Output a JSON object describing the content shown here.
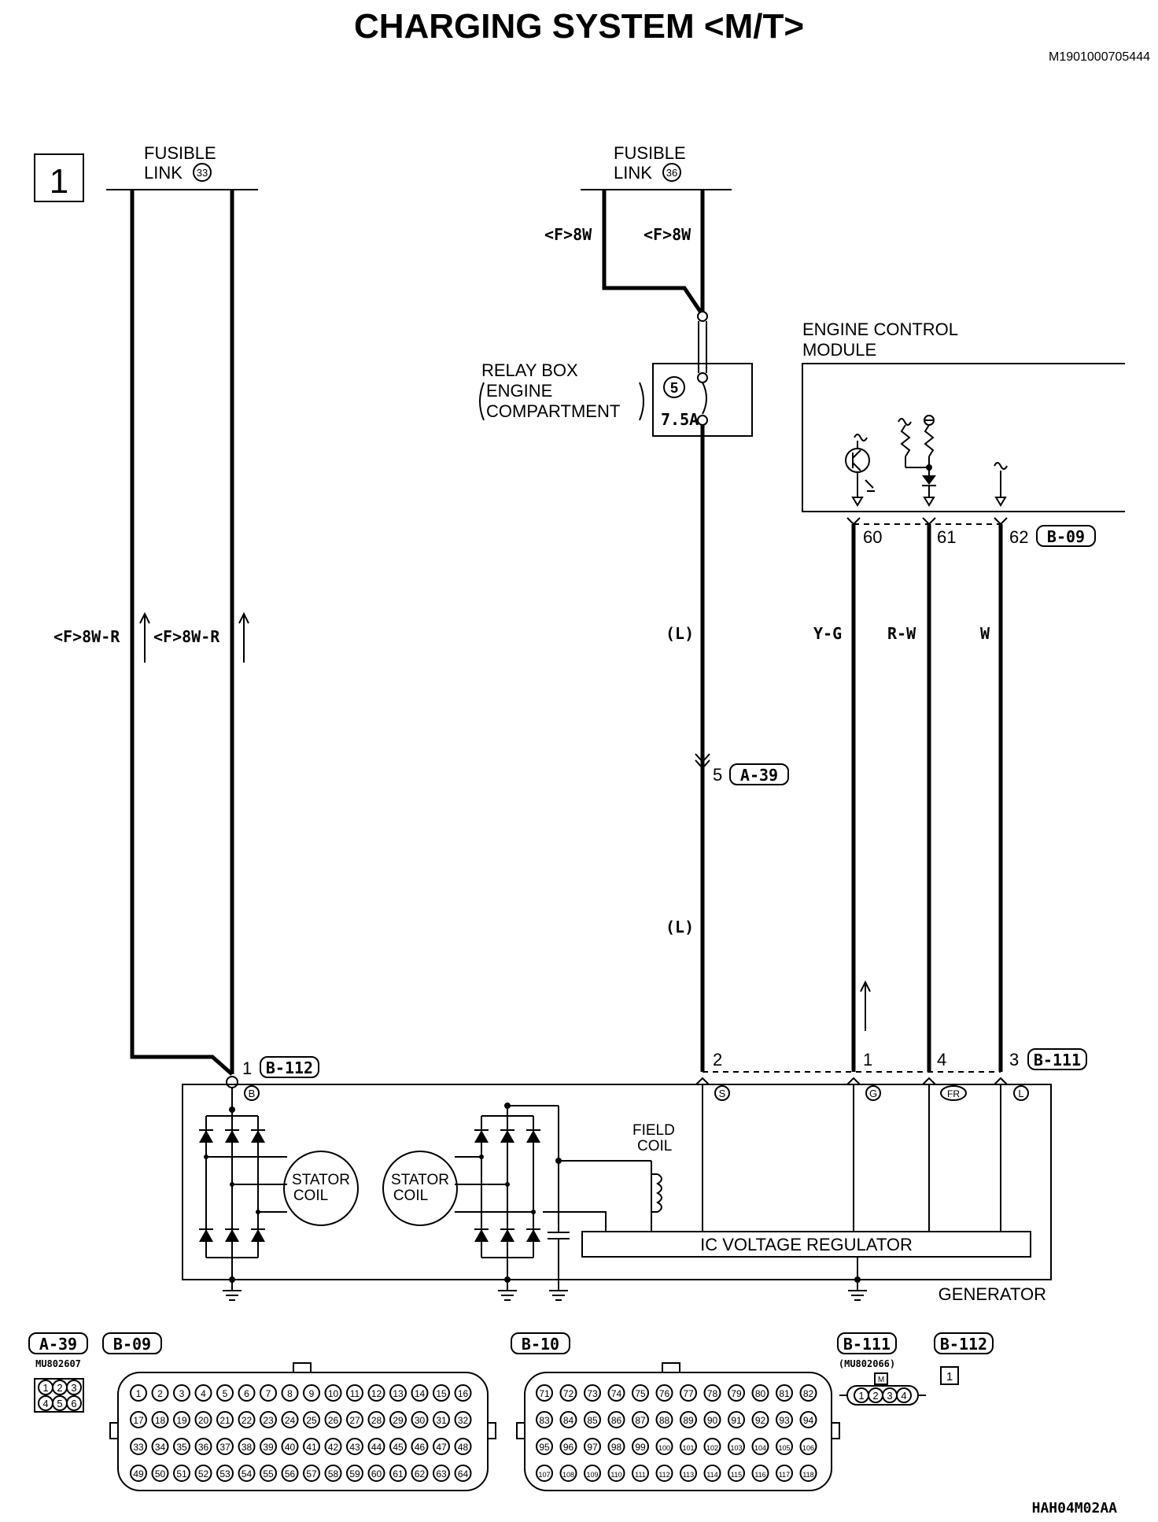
{
  "title": "CHARGING SYSTEM <M/T>",
  "doc_id": "M1901000705444",
  "figure_id": "HAH04M02AA",
  "page_box": "1",
  "fusible_links": [
    {
      "label": "FUSIBLE",
      "label2": "LINK",
      "num": "33"
    },
    {
      "label": "FUSIBLE",
      "label2": "LINK",
      "num": "36"
    }
  ],
  "wires": {
    "w1": "<F>8W-R",
    "w2": "<F>8W-R",
    "w3": "<F>8W",
    "w4": "<F>8W",
    "l1": "(L)",
    "l2": "(L)",
    "yg": "Y-G",
    "rw": "R-W",
    "wt": "W"
  },
  "relay_box": {
    "line1": "RELAY BOX",
    "line2": "ENGINE",
    "line3": "COMPARTMENT",
    "fuse_num": "5",
    "fuse_rating": "7.5A"
  },
  "ecm": {
    "line1": "ENGINE CONTROL",
    "line2": "MODULE",
    "pins": [
      "60",
      "61",
      "62"
    ],
    "connector": "B-09"
  },
  "a39": {
    "pin": "5",
    "connector": "A-39"
  },
  "b112": {
    "pin": "1",
    "connector": "B-112"
  },
  "b111": {
    "pins": [
      "2",
      "1",
      "4",
      "3"
    ],
    "connector": "B-111"
  },
  "gen_terms": [
    "B",
    "S",
    "G",
    "FR",
    "L"
  ],
  "generator": {
    "name": "GENERATOR",
    "stator1": [
      "STATOR",
      "COIL"
    ],
    "stator2": [
      "STATOR",
      "COIL"
    ],
    "field": [
      "FIELD",
      "COIL"
    ],
    "regulator": "IC VOLTAGE REGULATOR"
  },
  "connectors": {
    "a39": {
      "name": "A-39",
      "part": "MU802607",
      "rows": [
        [
          "1",
          "2",
          "3"
        ],
        [
          "4",
          "5",
          "6"
        ]
      ]
    },
    "b09": {
      "name": "B-09",
      "rows": [
        [
          "1",
          "2",
          "3",
          "4",
          "5",
          "6",
          "7",
          "8",
          "9",
          "10",
          "11",
          "12",
          "13",
          "14",
          "15",
          "16"
        ],
        [
          "17",
          "18",
          "19",
          "20",
          "21",
          "22",
          "23",
          "24",
          "25",
          "26",
          "27",
          "28",
          "29",
          "30",
          "31",
          "32"
        ],
        [
          "33",
          "34",
          "35",
          "36",
          "37",
          "38",
          "39",
          "40",
          "41",
          "42",
          "43",
          "44",
          "45",
          "46",
          "47",
          "48"
        ],
        [
          "49",
          "50",
          "51",
          "52",
          "53",
          "54",
          "55",
          "56",
          "57",
          "58",
          "59",
          "60",
          "61",
          "62",
          "63",
          "64"
        ]
      ]
    },
    "b10": {
      "name": "B-10",
      "rows": [
        [
          "71",
          "72",
          "73",
          "74",
          "75",
          "76",
          "77",
          "78",
          "79",
          "80",
          "81",
          "82"
        ],
        [
          "83",
          "84",
          "85",
          "86",
          "87",
          "88",
          "89",
          "90",
          "91",
          "92",
          "93",
          "94"
        ],
        [
          "95",
          "96",
          "97",
          "98",
          "99",
          "100",
          "101",
          "102",
          "103",
          "104",
          "105",
          "106"
        ],
        [
          "107",
          "108",
          "109",
          "110",
          "111",
          "112",
          "113",
          "114",
          "115",
          "116",
          "117",
          "118"
        ]
      ]
    },
    "b111": {
      "name": "B-111",
      "part": "(MU802066)",
      "key": "M",
      "pins": [
        "1",
        "2",
        "3",
        "4"
      ]
    },
    "b112": {
      "name": "B-112",
      "pins": [
        "1"
      ]
    }
  }
}
